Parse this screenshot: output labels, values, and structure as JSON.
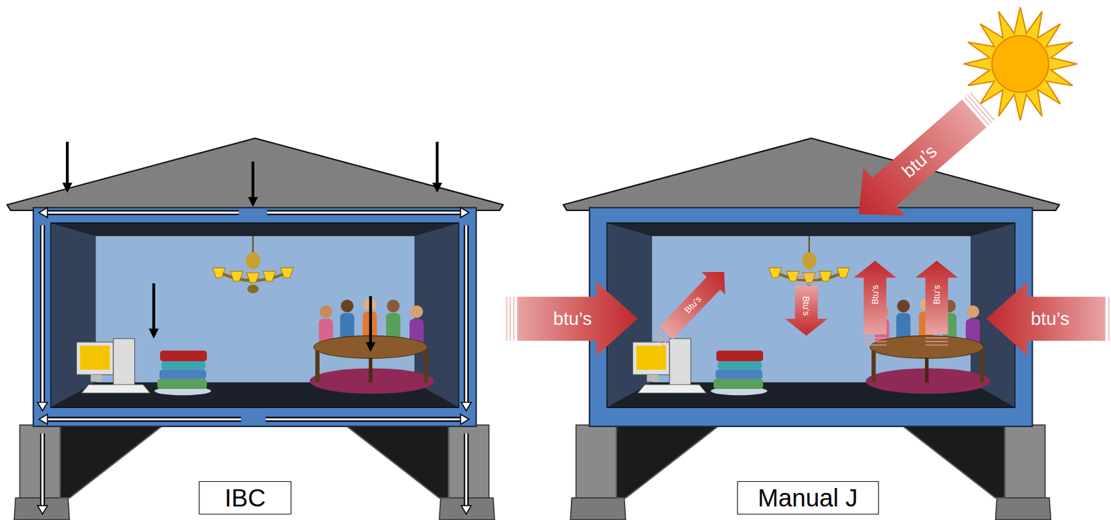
{
  "diagram": {
    "nodes": [
      {
        "text": [
          "IBC"
        ]
      },
      {
        "text": [
          "Manual J"
        ]
      }
    ],
    "labels": [
      "btu’s",
      "btu’s",
      "Btu’s",
      "Btu’s",
      "Btu’s",
      "Btu’s",
      "btu’s"
    ]
  }
}
